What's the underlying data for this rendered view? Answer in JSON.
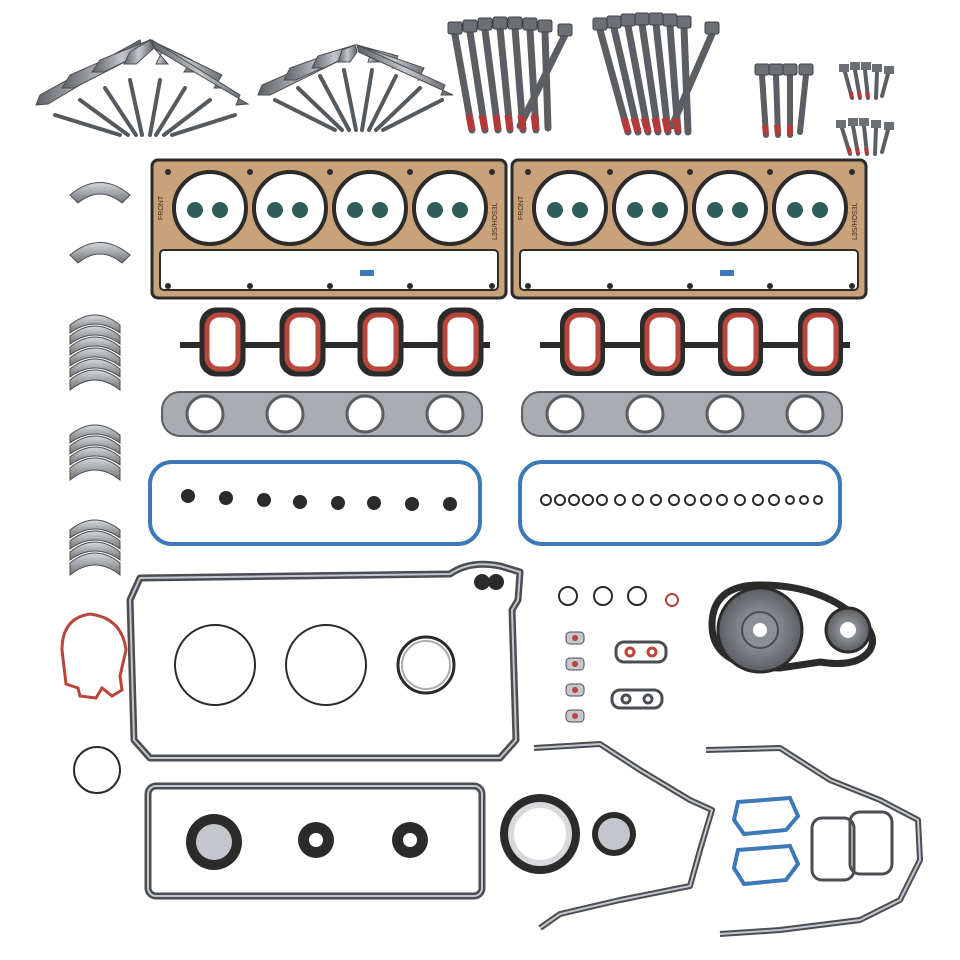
{
  "head_gasket_left": {
    "label_front": "FRONT",
    "label_part": "L3S/HOS3L"
  },
  "head_gasket_right": {
    "label_front": "FRONT",
    "label_part": "L3S/HOS3L"
  },
  "colors": {
    "background": "#ffffff",
    "steel": "#8c8f93",
    "steel_dark": "#4a4d52",
    "gasket_copper": "#c9a27a",
    "gasket_black": "#2b2b2b",
    "seal_red": "#b8463a",
    "seal_blue": "#3d78b8",
    "seal_green": "#2f5d5a",
    "bolt_red_band": "#b43a3a"
  },
  "icons": [
    "valve-icon",
    "bolt-icon",
    "bearing-icon",
    "gasket-icon",
    "o-ring-icon",
    "timing-chain-icon",
    "seal-icon"
  ]
}
